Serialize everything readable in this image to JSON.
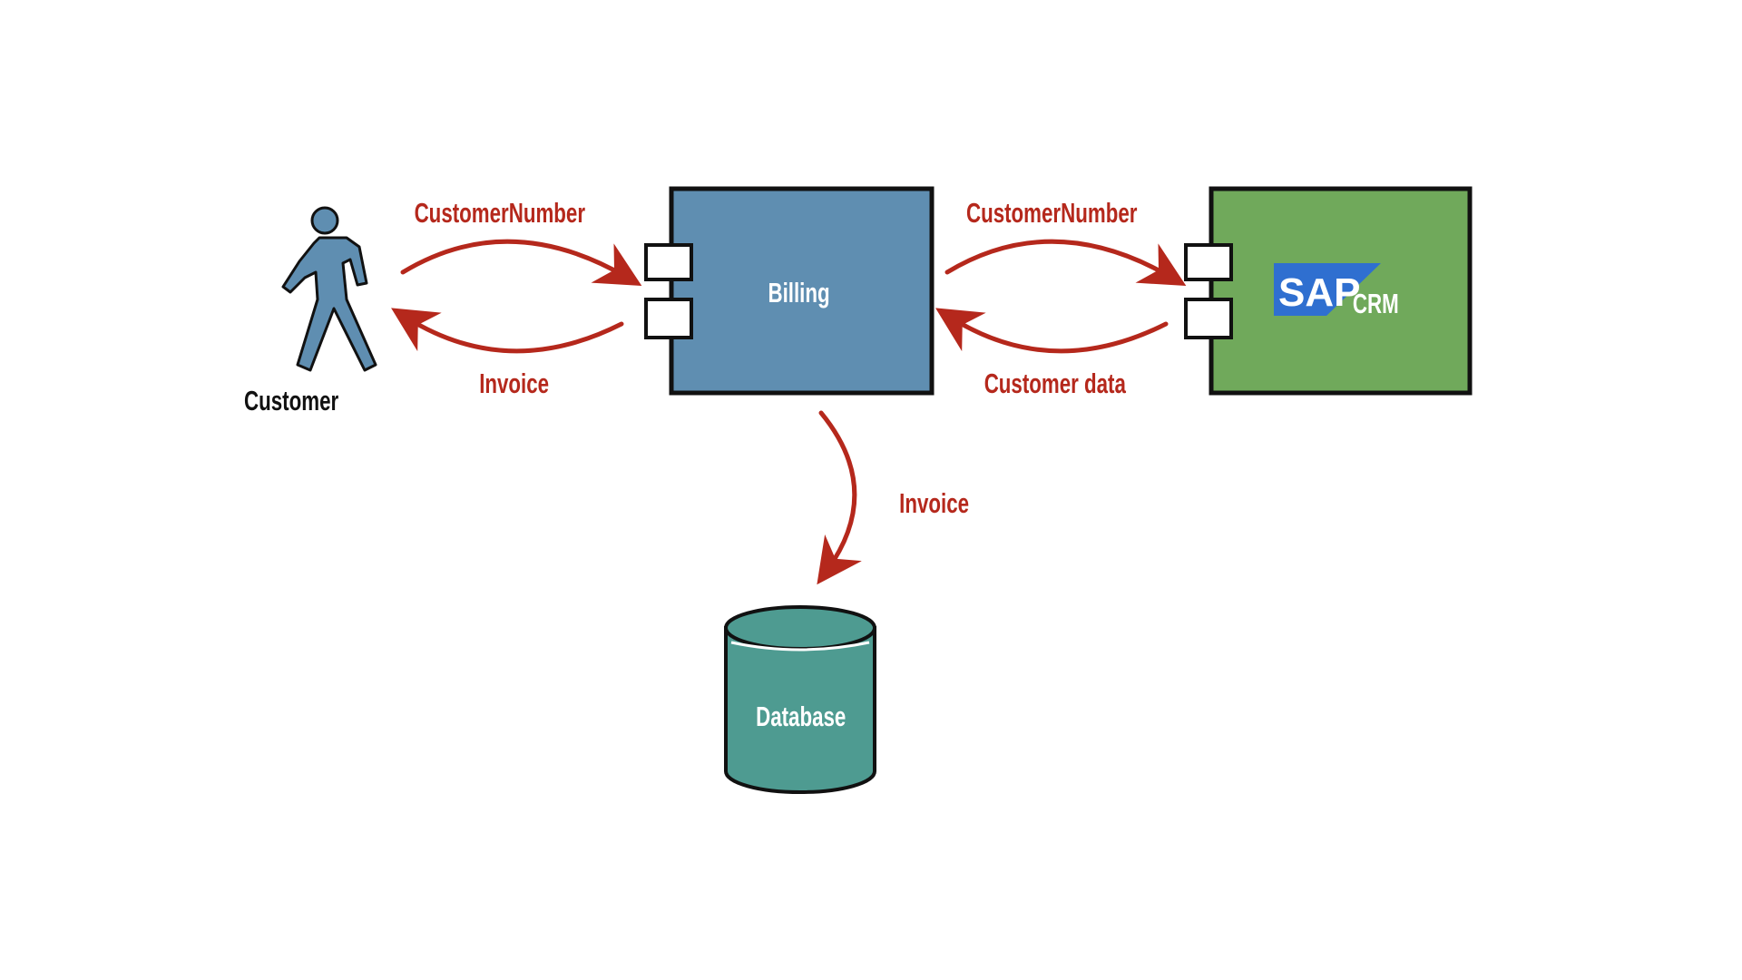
{
  "diagram": {
    "actor": {
      "label": "Customer",
      "icon": "walking-person-icon"
    },
    "billing": {
      "label": "Billing"
    },
    "crm": {
      "logo_text": "SAP",
      "label": "CRM"
    },
    "database": {
      "label": "Database"
    },
    "flows": {
      "customer_to_billing": "CustomerNumber",
      "billing_to_customer": "Invoice",
      "billing_to_crm": "CustomerNumber",
      "crm_to_billing": "Customer data",
      "billing_to_database": "Invoice"
    },
    "colors": {
      "billing_fill": "#5f8eb1",
      "crm_fill": "#70a95b",
      "database_fill": "#4e9b91",
      "actor_fill": "#5f8eb1",
      "arrow": "#b5281c",
      "sap_logo": "#2f6fd0"
    }
  }
}
